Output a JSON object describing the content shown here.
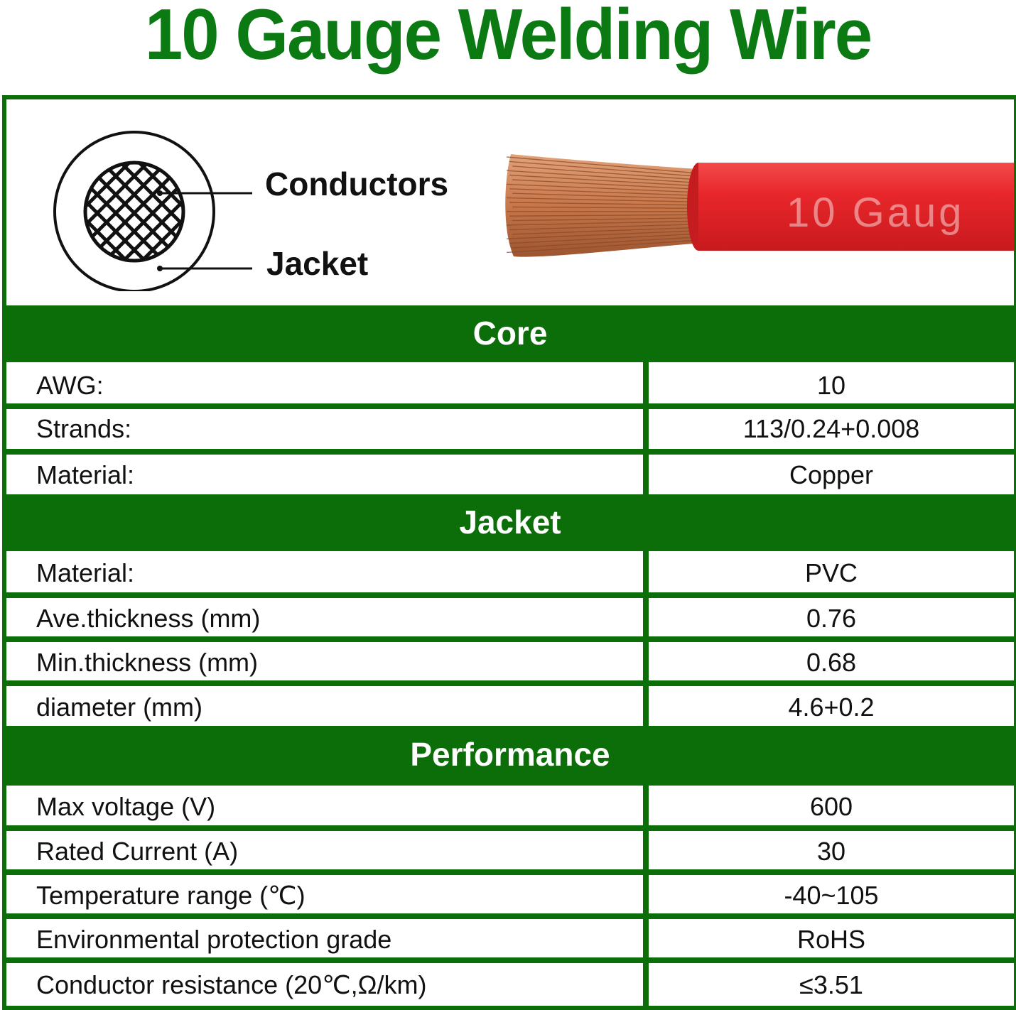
{
  "title": "10 Gauge Welding Wire",
  "diagram": {
    "conductors_label": "Conductors",
    "jacket_label": "Jacket"
  },
  "wire_print": "10 Gaug",
  "colors": {
    "brand_green": "#0b6e08",
    "title_green": "#0b7a12",
    "jacket_red": "#e8272b",
    "copper": "#c8774a"
  },
  "sections": [
    {
      "title": "Core",
      "rows": [
        {
          "label": "AWG:",
          "value": "10"
        },
        {
          "label": "Strands:",
          "value": "113/0.24+0.008"
        },
        {
          "label": "Material:",
          "value": "Copper"
        }
      ]
    },
    {
      "title": "Jacket",
      "rows": [
        {
          "label": "Material:",
          "value": "PVC"
        },
        {
          "label": "Ave.thickness (mm)",
          "value": "0.76"
        },
        {
          "label": "Min.thickness (mm)",
          "value": "0.68"
        },
        {
          "label": "diameter (mm)",
          "value": "4.6+0.2"
        }
      ]
    },
    {
      "title": "Performance",
      "rows": [
        {
          "label": "Max voltage (V)",
          "value": "600"
        },
        {
          "label": "Rated Current (A)",
          "value": "30"
        },
        {
          "label": "Temperature range (℃)",
          "value": "-40~105"
        },
        {
          "label": "Environmental protection grade",
          "value": "RoHS"
        },
        {
          "label": "Conductor resistance (20℃,Ω/km)",
          "value": "≤3.51"
        }
      ]
    }
  ]
}
